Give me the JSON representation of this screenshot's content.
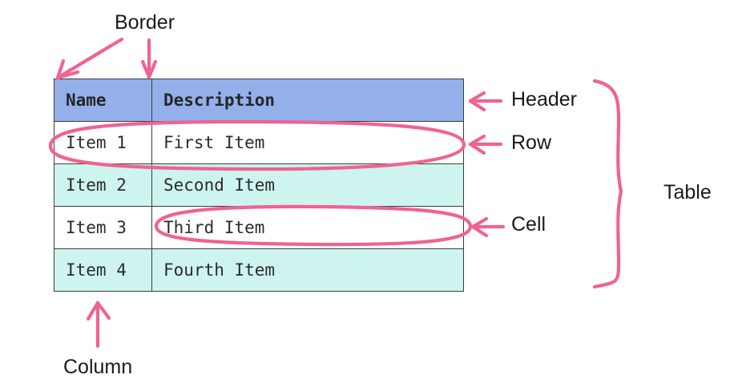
{
  "diagram": {
    "title_text": "",
    "colors": {
      "annotation_pink": "#f06292",
      "header_blue": "#93b0ea",
      "row_mint": "#cdf4ef",
      "row_white": "#ffffff",
      "border_gray": "#3c3c3c",
      "label_black": "#1a1a1a"
    }
  },
  "table": {
    "columns": [
      "Name",
      "Description"
    ],
    "rows": [
      {
        "name": "Item 1",
        "description": "First Item"
      },
      {
        "name": "Item 2",
        "description": "Second Item"
      },
      {
        "name": "Item 3",
        "description": "Third Item"
      },
      {
        "name": "Item 4",
        "description": "Fourth Item"
      }
    ]
  },
  "annotations": {
    "border": "Border",
    "header": "Header",
    "row": "Row",
    "cell": "Cell",
    "table": "Table",
    "column": "Column"
  }
}
